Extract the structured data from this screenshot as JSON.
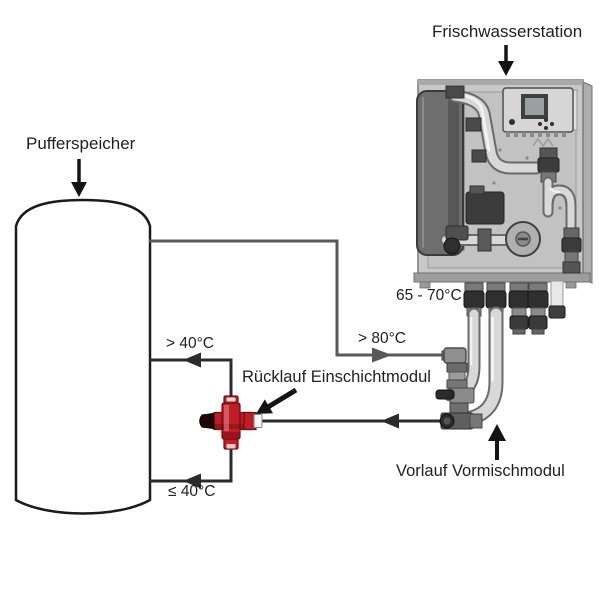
{
  "labels": {
    "pufferspeicher": "Pufferspeicher",
    "frischwasserstation": "Frischwasserstation",
    "ruecklauf_einschichtmodul": "Rücklauf Einschichtmodul",
    "vorlauf_vormischmodul": "Vorlauf Vormischmodul"
  },
  "temperatures": {
    "station_flow": "65 - 70°C",
    "supply_to_module": "> 80°C",
    "return_upper": "> 40°C",
    "return_lower": "≤ 40°C"
  },
  "colors": {
    "background": "#ffffff",
    "text": "#1f1f1f",
    "outline": "#1b1b1b",
    "pipe_gray": "#585858",
    "pipe_dark": "#2b2b2b",
    "valve_red": "#bf1e26",
    "valve_red_dark": "#6b0e12",
    "panel_gray": "#c8c8c8",
    "insulation_gray": "#6e6e6e"
  }
}
